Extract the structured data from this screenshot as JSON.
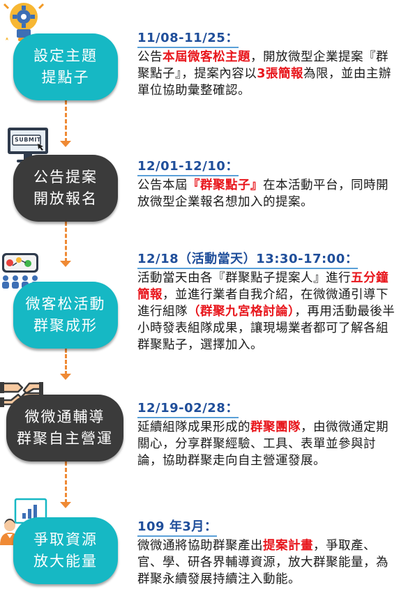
{
  "colors": {
    "teal": "#16b8c4",
    "dark": "#3b3b3b",
    "accent_orange": "#ef8a35",
    "date_blue": "#1f4e9a",
    "highlight_red": "#e8161c"
  },
  "steps": [
    {
      "icon": "lightbulb-gear-icon",
      "title_lines": [
        "設定主題",
        "提點子"
      ],
      "date": "11/08-11/25：",
      "body": [
        {
          "t": "公告"
        },
        {
          "t": "本屆微客松主題",
          "hl": true
        },
        {
          "t": "，開放微型企業提案『群聚點子』，提案內容以"
        },
        {
          "t": "3張簡報",
          "hl": true
        },
        {
          "t": "為限，並由主辦單位協助彙整確認。"
        }
      ]
    },
    {
      "icon": "submit-monitor-icon",
      "icon_text": "SUBMIT",
      "title_lines": [
        "公告提案",
        "開放報名"
      ],
      "date": "12/01-12/10：",
      "body": [
        {
          "t": "公告本屆"
        },
        {
          "t": "『群聚點子』",
          "hl": true
        },
        {
          "t": "在本活動平台，同時開放微型企業報名想加入的提案。"
        }
      ]
    },
    {
      "icon": "team-board-icon",
      "title_lines": [
        "微客松活動",
        "群聚成形"
      ],
      "date": "12/18（活動當天）13:30-17:00：",
      "body": [
        {
          "t": "活動當天由各『群聚點子提案人』進行"
        },
        {
          "t": "五分鐘簡報",
          "hl": true
        },
        {
          "t": "，並進行業者自我介紹，在微微通引導下進行組隊"
        },
        {
          "t": "（群聚九宮格討論）",
          "hl": true
        },
        {
          "t": "，再用活動最後半小時發表組隊成果，讓現場業者都可了解各組群聚點子，選擇加入。"
        }
      ]
    },
    {
      "icon": "joined-hands-icon",
      "title_lines": [
        "微微通輔導",
        "群聚自主營運"
      ],
      "date": "12/19-02/28：",
      "body": [
        {
          "t": "延續組隊成果形成的"
        },
        {
          "t": "群聚團隊",
          "hl": true
        },
        {
          "t": "，由微微通定期關心，分享群聚經驗、工具、表單並參與討論，協助群聚走向自主營運發展。"
        }
      ]
    },
    {
      "icon": "presenter-chart-icon",
      "title_lines": [
        "爭取資源",
        "放大能量"
      ],
      "date": "109 年3月：",
      "body": [
        {
          "t": "微微通將協助群聚產出"
        },
        {
          "t": "提案計畫",
          "hl": true
        },
        {
          "t": "，爭取產、官、學、研各界輔導資源，放大群聚能量，為群聚永續發展持續注入動能。"
        }
      ]
    }
  ]
}
